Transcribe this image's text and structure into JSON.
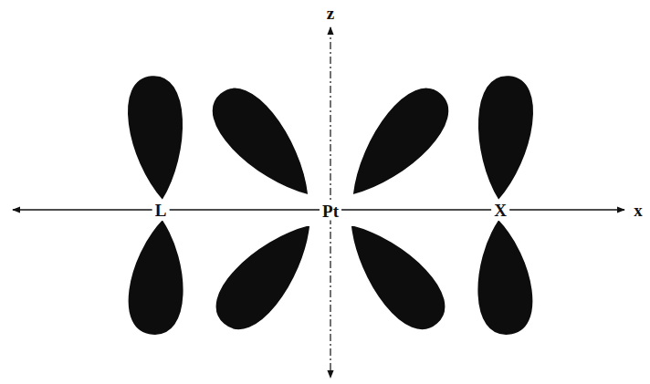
{
  "diagram": {
    "labels": [
      "z",
      "x",
      "L",
      "Pt",
      "X"
    ]
  }
}
